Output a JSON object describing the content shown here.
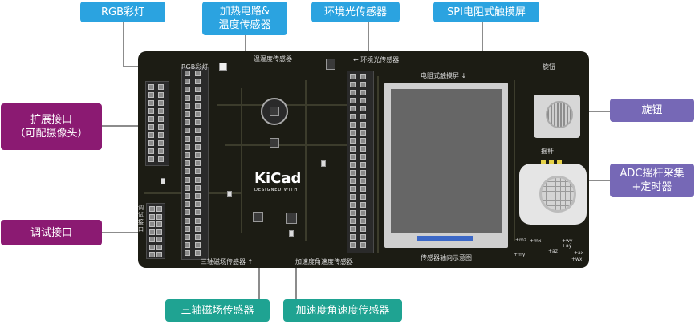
{
  "callouts": {
    "rgb_light": "RGB彩灯",
    "heating_temp": "加热电路&\n温度传感器",
    "ambient_light": "环境光传感器",
    "spi_touch": "SPI电阻式触摸屏",
    "expansion": "扩展接口\n（可配摄像头）",
    "knob": "旋钮",
    "debug": "调试接口",
    "adc_joystick": "ADC摇杆采集\n+定时器",
    "magnetometer": "三轴磁场传感器",
    "accel_gyro": "加速度角速度传感器"
  },
  "silkscreen": {
    "rgb_light": "RGB彩灯",
    "humidity_temp": "温湿度传感器",
    "ambient_light": "← 环境光传感器",
    "touch_screen": "电阻式触摸屏 ↓",
    "knob": "旋钮",
    "joystick": "摇杆",
    "magnetometer": "三轴磁场传感器 ↑",
    "accel_gyro": "加速度角速度传感器",
    "axis_diagram": "传感器轴向示意图",
    "debug": "调试接口",
    "kicad": "KiCad",
    "kicad_sub": "DESIGNED WITH"
  },
  "axes": {
    "mx": "+mx",
    "my": "+my",
    "mz": "+mz",
    "ax": "+ax",
    "ay": "+ay",
    "az": "+az",
    "wx": "+wx",
    "wy": "+wy"
  },
  "colors": {
    "callout_blue": "#2ba3e0",
    "callout_purple": "#8b1a72",
    "callout_lavender": "#7668b6",
    "callout_teal": "#1fa392",
    "board": "#1c1c14"
  }
}
